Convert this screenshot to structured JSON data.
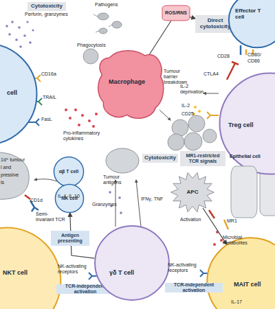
{
  "diagram": {
    "nodes": [
      {
        "text": [
          "Cytotoxicity"
        ]
      },
      {
        "text": [
          "cell"
        ]
      },
      {
        "text": [
          "ROS/RNS"
        ]
      },
      {
        "text": [
          "Direct cytotoxicity"
        ]
      },
      {
        "text": [
          "Macrophage"
        ]
      },
      {
        "text": [
          "Effector T cell"
        ]
      },
      {
        "text": [
          "Treg cell"
        ]
      },
      {
        "text": [
          "NKT cell"
        ]
      },
      {
        "text": [
          "Cytotoxicity"
        ]
      },
      {
        "text": [
          "αβ T cell"
        ]
      },
      {
        "text": [
          "NK cell"
        ]
      },
      {
        "text": [
          "Antigen presenting"
        ]
      },
      {
        "text": [
          "TCR-independent activation"
        ]
      },
      {
        "text": [
          "γδ T cell"
        ]
      },
      {
        "text": [
          "MR1-restricted TCR signals"
        ]
      },
      {
        "text": [
          "Epithelial cell"
        ]
      },
      {
        "text": [
          "APC"
        ]
      },
      {
        "text": [
          "MAIT cell"
        ]
      },
      {
        "text": [
          "TCR-independent activation"
        ]
      }
    ],
    "edges": [
      {
        "from": 4,
        "to": 2,
        "arrow": "none"
      },
      {
        "from": 2,
        "to": 3,
        "arrow": "to"
      },
      {
        "from": 13,
        "to": 10,
        "arrow": "to"
      },
      {
        "from": 16,
        "to": 17,
        "arrow": "to",
        "label": "Activation"
      }
    ],
    "labels": [
      "Perforin, granzymes",
      "CD16a",
      "TRAIL",
      "FasL",
      "Pathogens",
      "Phagocytosis",
      "Tumour barrier breakdown",
      "Pro-inflammatory cytokines",
      "CD28",
      "CD80/",
      "CD86",
      "CTLA4",
      "IL-2 deprivation",
      "IL-2",
      "CD25",
      "1d⁺ tumour",
      "l and",
      "pressive",
      "ls",
      "CD1d",
      "Semi-invariant TCR",
      "IL-4, IL-10",
      "Tumour antigens",
      "Granzymes",
      "IFNγ, TNF",
      "NK-activating receptors",
      "MR1",
      "Microbial metabolites",
      "NK-activating receptors",
      "IL-17"
    ]
  }
}
